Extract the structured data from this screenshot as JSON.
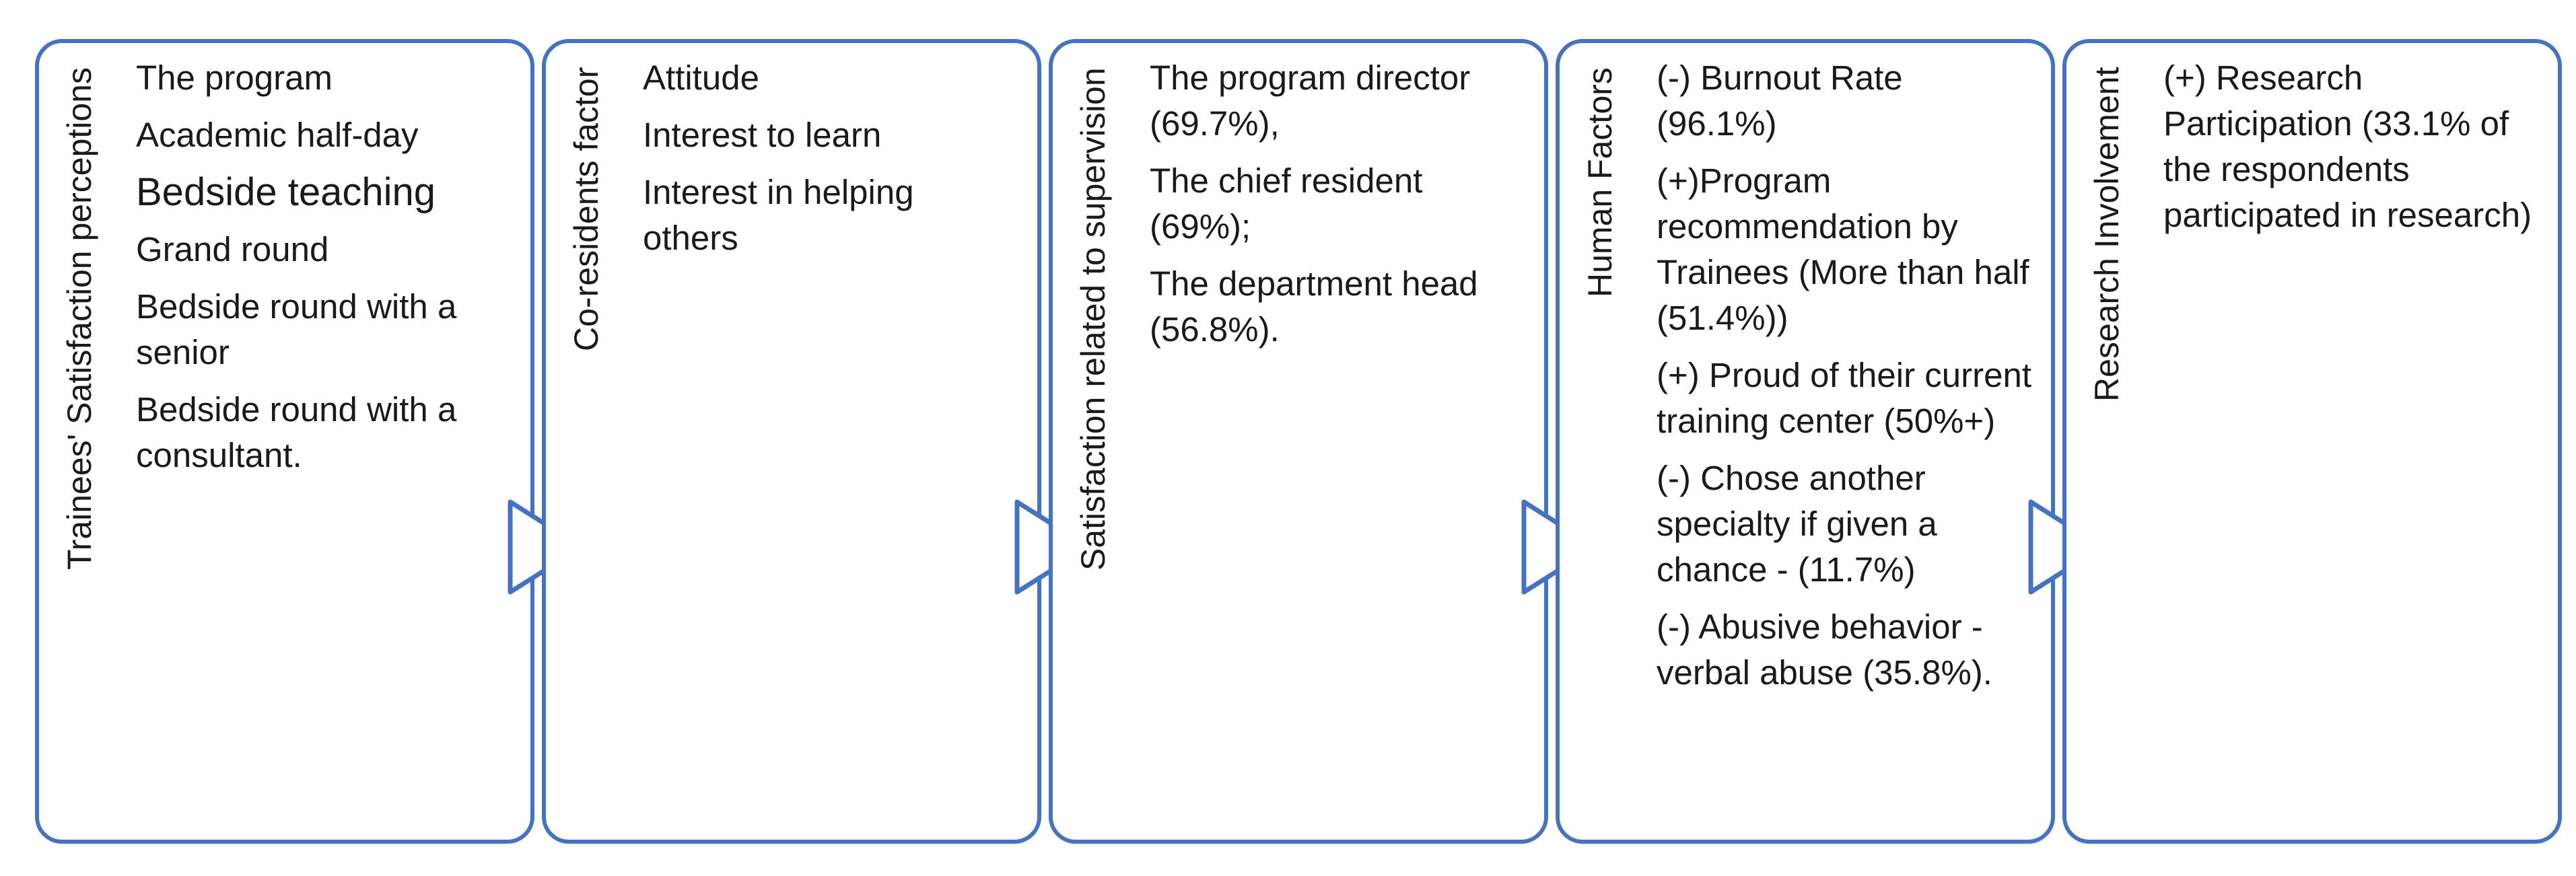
{
  "colors": {
    "accent": "#4472c4",
    "text": "#1a1a1a",
    "background": "#ffffff"
  },
  "boxes": [
    {
      "title": "Trainees' Satisfaction perceptions",
      "items": [
        "The program",
        "Academic half-day",
        "Bedside teaching",
        "Grand round",
        "Bedside round with a senior",
        "Bedside round with a consultant."
      ]
    },
    {
      "title": "Co-residents factor",
      "items": [
        "Attitude",
        "Interest to learn",
        "Interest in helping others"
      ]
    },
    {
      "title": "Satisfaction related to supervision",
      "items": [
        "The program director  (69.7%),",
        "The chief resident (69%);",
        "The department head (56.8%)."
      ]
    },
    {
      "title": "Human Factors",
      "items": [
        "(-) Burnout Rate (96.1%)",
        "(+)Program recommendation by Trainees (More than half (51.4%))",
        "(+) Proud of their current training center (50%+)",
        "(-) Chose another specialty if given a chance - (11.7%)",
        "(-) Abusive behavior - verbal abuse (35.8%)."
      ]
    },
    {
      "title": "Research Involvement",
      "items": [
        "(+) Research Participation  (33.1% of the respondents participated in research)"
      ]
    }
  ]
}
